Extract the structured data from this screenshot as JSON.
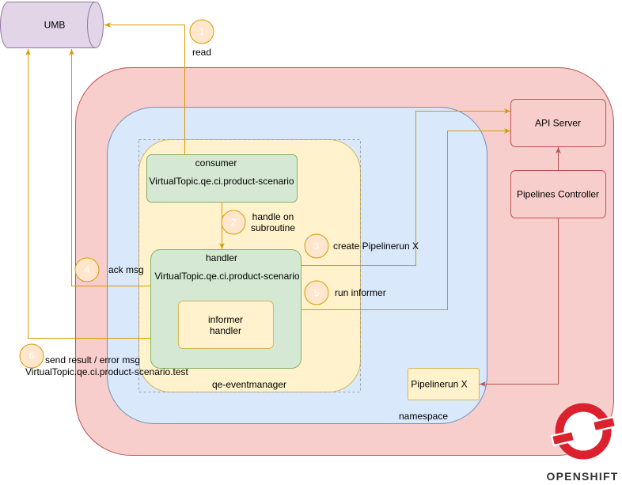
{
  "umb": {
    "label": "UMB"
  },
  "cluster": {
    "api_server": {
      "label": "API Server"
    },
    "pipelines_controller": {
      "label": "Pipelines Controller"
    },
    "namespace": {
      "label": "namespace",
      "pipelinerun": {
        "label": "Pipelinerun X"
      },
      "eventmanager": {
        "label": "qe-eventmanager",
        "consumer": {
          "title": "consumer",
          "topic": "VirtualTopic.qe.ci.product-scenario"
        },
        "handler": {
          "title": "handler",
          "topic": "VirtualTopic.qe.ci.product-scenario",
          "informer_lines": [
            "informer",
            "handler"
          ]
        }
      }
    }
  },
  "steps": [
    {
      "number": "1",
      "lines": [
        "read"
      ]
    },
    {
      "number": "2",
      "lines": [
        "handle on",
        "subroutine"
      ]
    },
    {
      "number": "3",
      "lines": [
        "create Pipelinerun X"
      ]
    },
    {
      "number": "4",
      "lines": [
        "ack msg"
      ]
    },
    {
      "number": "5",
      "lines": [
        "run informer"
      ]
    },
    {
      "number": "6",
      "lines": [
        "send result / error msg",
        "VirtualTopic.qe.ci.product-scenario.test"
      ]
    }
  ],
  "logo": {
    "icon": "openshift-logo",
    "text": "OPENSHIFT"
  },
  "colors": {
    "cluster_fill": "#f8cecc",
    "cluster_stroke": "#b85450",
    "namespace_fill": "#dae8fc",
    "namespace_stroke": "#6c8ebf",
    "app_fill": "#fff2cc",
    "app_stroke": "#d6b656",
    "component_fill": "#d5e8d4",
    "component_stroke": "#82b366",
    "queue_fill": "#e1d5e7",
    "queue_stroke": "#9673a6",
    "flow_arrow": "#d79b00",
    "control_arrow": "#b85450",
    "step_fill": "#ffe6cc",
    "step_stroke": "#d79b00",
    "logo_red": "#db212e"
  }
}
